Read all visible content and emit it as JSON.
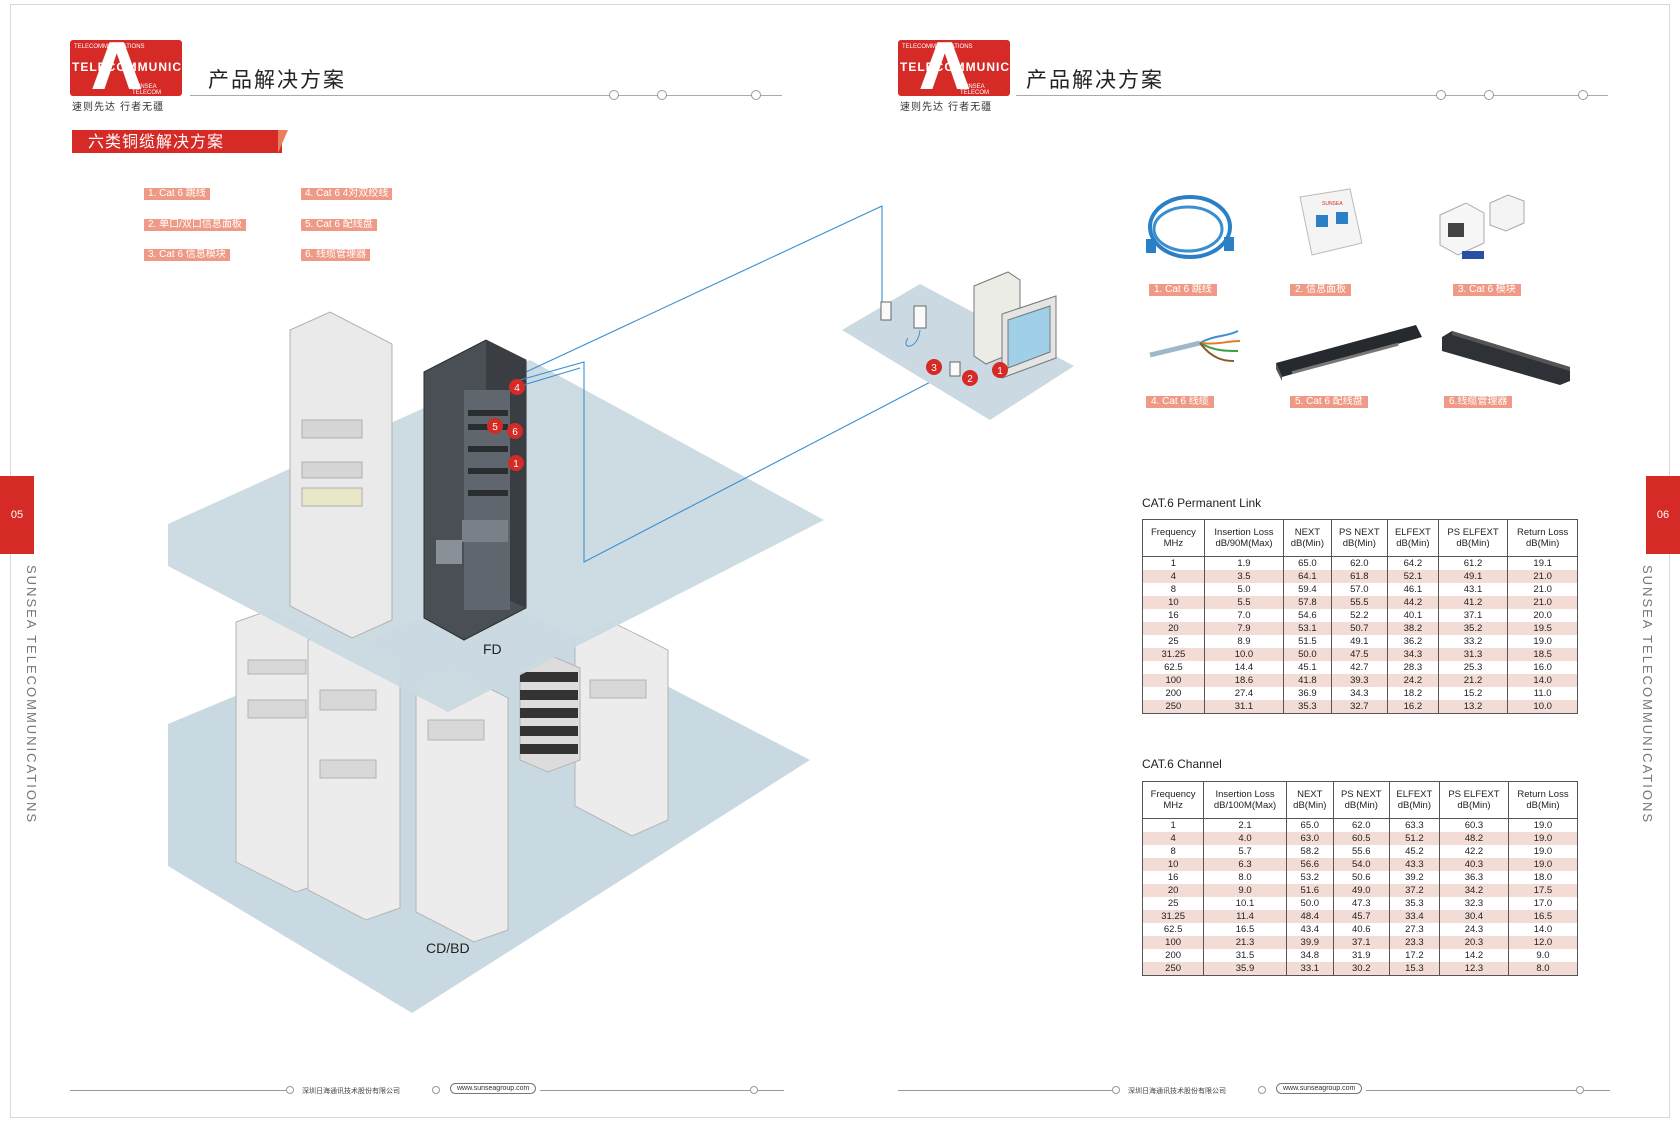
{
  "brand": {
    "logo_top": "TELECOMMUNICATIONS",
    "logo_mid": "TELECOMMUNICATIONS",
    "logo_bottom": "SUNSEA TELECOM",
    "slogan": "速则先达  行者无疆",
    "accent_color": "#d62a27",
    "label_color": "#ef9a86"
  },
  "left_page": {
    "header_title": "产品解决方案",
    "section_title": "六类铜缆解决方案",
    "legend": [
      "1. Cat 6 跳线",
      "2. 单口/双口信息面板",
      "3. Cat 6 信息模块",
      "4. Cat 6 4对双绞线",
      "5. Cat 6 配线盘",
      "6. 线缆管理器"
    ],
    "diagram": {
      "fd_label": "FD",
      "cdbd_label": "CD/BD",
      "markers": [
        "1",
        "2",
        "3",
        "4",
        "5",
        "6"
      ]
    },
    "page_number": "05",
    "side_text": "SUNSEA TELECOMMUNICATIONS",
    "footer_company": "深圳日海通讯技术股份有限公司",
    "footer_url": "www.sunseagroup.com"
  },
  "right_page": {
    "header_title": "产品解决方案",
    "products": [
      {
        "label": "1. Cat 6 跳线",
        "icon": "patch-cord-icon"
      },
      {
        "label": "2. 信息面板",
        "icon": "faceplate-icon"
      },
      {
        "label": "3. Cat 6 模块",
        "icon": "keystone-module-icon"
      },
      {
        "label": "4. Cat 6 线缆",
        "icon": "cable-icon"
      },
      {
        "label": "5. Cat 6 配线盘",
        "icon": "patch-panel-icon"
      },
      {
        "label": "6.线缆管理器",
        "icon": "cable-manager-icon"
      }
    ],
    "faceplate_brand": "SUNSEA",
    "page_number": "06",
    "side_text": "SUNSEA TELECOMMUNICATIONS",
    "footer_company": "深圳日海通讯技术股份有限公司",
    "footer_url": "www.sunseagroup.com",
    "table_permanent": {
      "caption": "CAT.6 Permanent Link",
      "headers": [
        [
          "Frequency",
          "MHz"
        ],
        [
          "Insertion Loss",
          "dB/90M(Max)"
        ],
        [
          "NEXT",
          "dB(Min)"
        ],
        [
          "PS NEXT",
          "dB(Min)"
        ],
        [
          "ELFEXT",
          "dB(Min)"
        ],
        [
          "PS ELFEXT",
          "dB(Min)"
        ],
        [
          "Return Loss",
          "dB(Min)"
        ]
      ],
      "rows": [
        [
          "1",
          "1.9",
          "65.0",
          "62.0",
          "64.2",
          "61.2",
          "19.1"
        ],
        [
          "4",
          "3.5",
          "64.1",
          "61.8",
          "52.1",
          "49.1",
          "21.0"
        ],
        [
          "8",
          "5.0",
          "59.4",
          "57.0",
          "46.1",
          "43.1",
          "21.0"
        ],
        [
          "10",
          "5.5",
          "57.8",
          "55.5",
          "44.2",
          "41.2",
          "21.0"
        ],
        [
          "16",
          "7.0",
          "54.6",
          "52.2",
          "40.1",
          "37.1",
          "20.0"
        ],
        [
          "20",
          "7.9",
          "53.1",
          "50.7",
          "38.2",
          "35.2",
          "19.5"
        ],
        [
          "25",
          "8.9",
          "51.5",
          "49.1",
          "36.2",
          "33.2",
          "19.0"
        ],
        [
          "31.25",
          "10.0",
          "50.0",
          "47.5",
          "34.3",
          "31.3",
          "18.5"
        ],
        [
          "62.5",
          "14.4",
          "45.1",
          "42.7",
          "28.3",
          "25.3",
          "16.0"
        ],
        [
          "100",
          "18.6",
          "41.8",
          "39.3",
          "24.2",
          "21.2",
          "14.0"
        ],
        [
          "200",
          "27.4",
          "36.9",
          "34.3",
          "18.2",
          "15.2",
          "11.0"
        ],
        [
          "250",
          "31.1",
          "35.3",
          "32.7",
          "16.2",
          "13.2",
          "10.0"
        ]
      ]
    },
    "table_channel": {
      "caption": "CAT.6 Channel",
      "headers": [
        [
          "Frequency",
          "MHz"
        ],
        [
          "Insertion Loss",
          "dB/100M(Max)"
        ],
        [
          "NEXT",
          "dB(Min)"
        ],
        [
          "PS NEXT",
          "dB(Min)"
        ],
        [
          "ELFEXT",
          "dB(Min)"
        ],
        [
          "PS ELFEXT",
          "dB(Min)"
        ],
        [
          "Return Loss",
          "dB(Min)"
        ]
      ],
      "rows": [
        [
          "1",
          "2.1",
          "65.0",
          "62.0",
          "63.3",
          "60.3",
          "19.0"
        ],
        [
          "4",
          "4.0",
          "63.0",
          "60.5",
          "51.2",
          "48.2",
          "19.0"
        ],
        [
          "8",
          "5.7",
          "58.2",
          "55.6",
          "45.2",
          "42.2",
          "19.0"
        ],
        [
          "10",
          "6.3",
          "56.6",
          "54.0",
          "43.3",
          "40.3",
          "19.0"
        ],
        [
          "16",
          "8.0",
          "53.2",
          "50.6",
          "39.2",
          "36.3",
          "18.0"
        ],
        [
          "20",
          "9.0",
          "51.6",
          "49.0",
          "37.2",
          "34.2",
          "17.5"
        ],
        [
          "25",
          "10.1",
          "50.0",
          "47.3",
          "35.3",
          "32.3",
          "17.0"
        ],
        [
          "31.25",
          "11.4",
          "48.4",
          "45.7",
          "33.4",
          "30.4",
          "16.5"
        ],
        [
          "62.5",
          "16.5",
          "43.4",
          "40.6",
          "27.3",
          "24.3",
          "14.0"
        ],
        [
          "100",
          "21.3",
          "39.9",
          "37.1",
          "23.3",
          "20.3",
          "12.0"
        ],
        [
          "200",
          "31.5",
          "34.8",
          "31.9",
          "17.2",
          "14.2",
          "9.0"
        ],
        [
          "250",
          "35.9",
          "33.1",
          "30.2",
          "15.3",
          "12.3",
          "8.0"
        ]
      ]
    }
  }
}
